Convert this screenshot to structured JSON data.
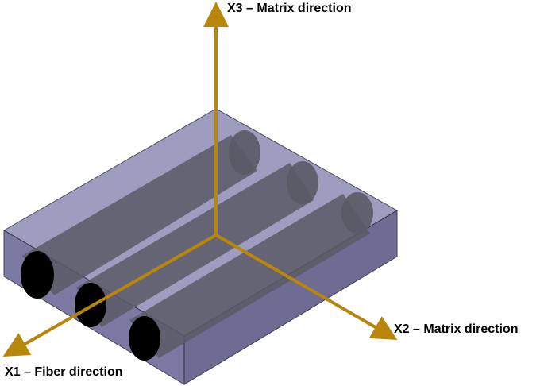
{
  "axes": {
    "x1": {
      "label": "X1 – Fiber direction"
    },
    "x2": {
      "label": "X2 – Matrix direction"
    },
    "x3": {
      "label": "X3 – Matrix direction"
    }
  },
  "colors": {
    "axis": "#B8860B",
    "block_top": "#8E8CB5",
    "block_front": "#6E6C99",
    "block_side": "#5F5D88",
    "fiber_body": "#5A5A66",
    "fiber_end": "#000000",
    "edge": "#2E2E3E"
  },
  "fibers": {
    "count": 3,
    "cross_section": "circular"
  }
}
